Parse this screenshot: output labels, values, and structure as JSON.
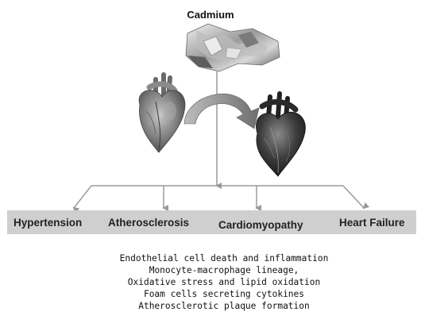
{
  "title": "Cadmium",
  "images": {
    "cadmium_metal": "cadmium-metal-photo",
    "healthy_heart": "healthy-heart-illustration",
    "diseased_heart": "diseased-heart-illustration",
    "transition_arrow": "curved-arrow"
  },
  "outcomes": [
    "Hypertension",
    "Atherosclerosis",
    "Cardiomyopathy",
    "Heart Failure"
  ],
  "mechanisms": [
    "Endothelial cell death and inflammation",
    "Monocyte-macrophage lineage,",
    "Oxidative stress and lipid oxidation",
    "Foam cells secreting cytokines",
    "Atherosclerotic plaque formation"
  ]
}
